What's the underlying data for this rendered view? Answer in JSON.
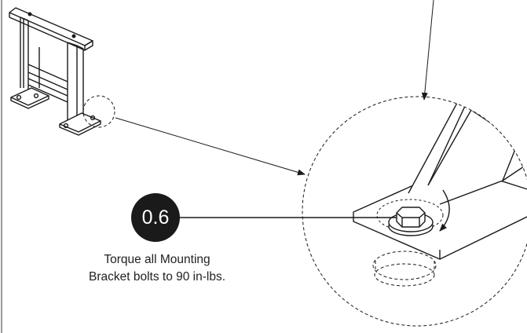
{
  "step": {
    "number": "0.6"
  },
  "instruction": {
    "line1": "Torque all Mounting",
    "line2": "Bracket bolts to 90 in-lbs."
  },
  "colors": {
    "ink": "#1a1a1a",
    "badge_text": "#ffffff",
    "paper": "#ffffff"
  },
  "icons": {
    "callout": "detail-magnifier-circle",
    "arrow": "leader-arrow"
  }
}
